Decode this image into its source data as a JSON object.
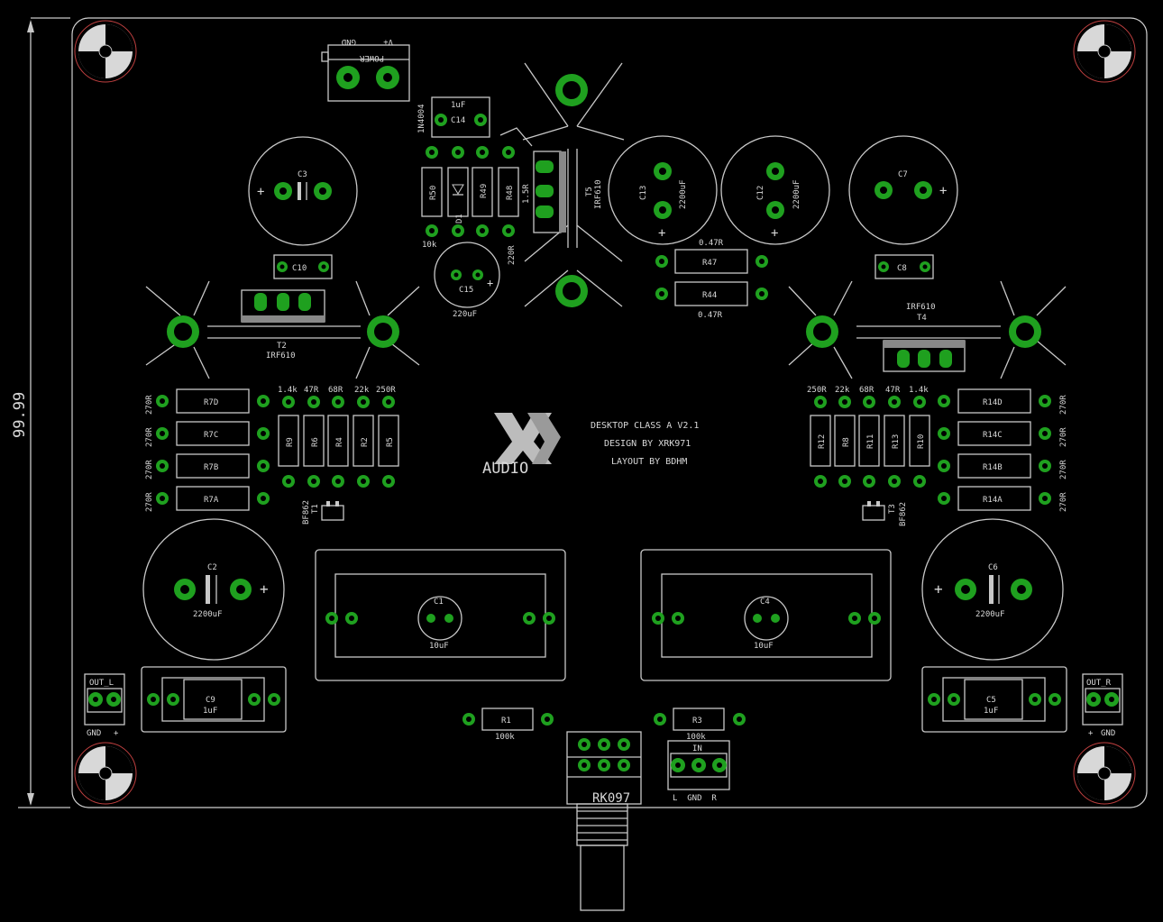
{
  "board": {
    "dimension": "99.99",
    "title_lines": [
      "DESKTOP CLASS A V2.1",
      "DESIGN BY XRK971",
      "LAYOUT BY BDHM"
    ],
    "logo_text": "AUDIO",
    "pot_label": "RK097"
  },
  "connectors": {
    "power_title": "POWER",
    "power_gnd": "GND",
    "power_vplus": "V+",
    "out_l": "OUT_L",
    "out_r": "OUT_R",
    "gnd": "GND",
    "plus": "+",
    "in": "IN",
    "in_pins": "L  GND  R"
  },
  "components": {
    "c14_value": "1uF",
    "c14": "C14",
    "d1_part": "1N4004",
    "d1": "D1",
    "r50": "R50",
    "r49": "R49",
    "r48": "R48",
    "r50_val": "10k",
    "r48_val": "220R",
    "r_1r5": "1.5R",
    "t5": "T5",
    "t5_part": "IRF610",
    "c13": "C13",
    "c13_val": "2200uF",
    "c12": "C12",
    "c12_val": "2200uF",
    "c3": "C3",
    "c7": "C7",
    "c10": "C10",
    "c8": "C8",
    "c15": "C15",
    "c15_val": "220uF",
    "r47": "R47",
    "r47_val": "0.47R",
    "r44": "R44",
    "r44_val": "0.47R",
    "t2": "T2",
    "t2_part": "IRF610",
    "t4": "T4",
    "t4_part": "IRF610",
    "r7d": "R7D",
    "r7c": "R7C",
    "r7b": "R7B",
    "r7a": "R7A",
    "r14d": "R14D",
    "r14c": "R14C",
    "r14b": "R14B",
    "r14a": "R14A",
    "val_270r": "270R",
    "top_vals_left": [
      "1.4k",
      "47R",
      "68R",
      "22k",
      "250R"
    ],
    "top_vals_right": [
      "250R",
      "22k",
      "68R",
      "47R",
      "1.4k"
    ],
    "res_left": [
      "R9",
      "R6",
      "R4",
      "R2",
      "R5"
    ],
    "res_right": [
      "R12",
      "R8",
      "R11",
      "R13",
      "R10"
    ],
    "t1": "T1",
    "t1_part": "BF862",
    "t3": "T3",
    "t3_part": "BF862",
    "c2": "C2",
    "c2_val": "2200uF",
    "c6": "C6",
    "c6_val": "2200uF",
    "c1": "C1",
    "c1_val": "10uF",
    "c4": "C4",
    "c4_val": "10uF",
    "c9": "C9",
    "c9_val": "1uF",
    "c5": "C5",
    "c5_val": "1uF",
    "r1": "R1",
    "r1_val": "100k",
    "r3": "R3",
    "r3_val": "100k"
  }
}
